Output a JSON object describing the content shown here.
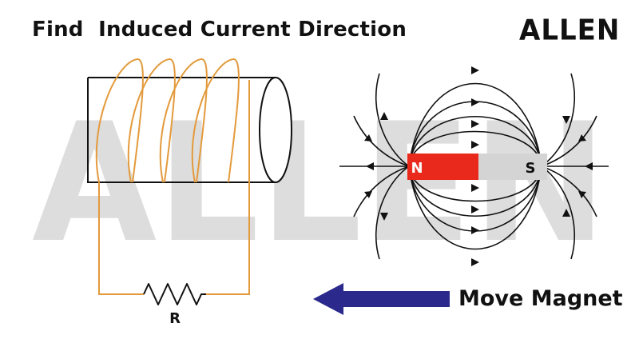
{
  "title": "Find  Induced Current Direction",
  "brand": "ALLEN",
  "action_label": "Move Magnet",
  "resistor_label": "R",
  "magnet": {
    "north_label": "N",
    "south_label": "S"
  },
  "colors": {
    "coil_wire": "#e39a3c",
    "magnet_north": "#e8291c",
    "magnet_south": "#d4d4d4",
    "arrow": "#2b2a8c",
    "field_lines": "#111111",
    "watermark": "#dddddd"
  }
}
